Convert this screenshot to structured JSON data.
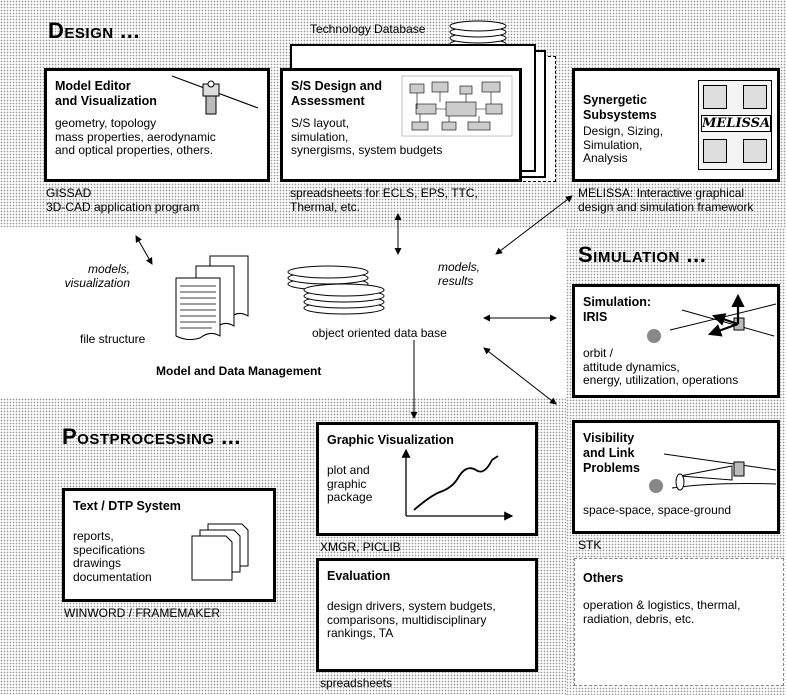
{
  "sections": {
    "design": "Design ...",
    "simulation": "Simulation ...",
    "postprocessing": "Postprocessing ..."
  },
  "technology_database": "Technology Database",
  "model_editor": {
    "title_line1": "Model Editor",
    "title_line2": "and Visualization",
    "body": [
      "geometry, topology",
      "mass properties, aerodynamic",
      "and optical properties, others."
    ],
    "caption_line1": "GISSAD",
    "caption_line2": "3D-CAD application program"
  },
  "ss_design": {
    "title_line1": "S/S Design and",
    "title_line2": "Assessment",
    "body": [
      "S/S layout,",
      "simulation,",
      "synergisms, system budgets"
    ],
    "caption_line1": "spreadsheets for ECLS, EPS, TTC,",
    "caption_line2": "Thermal, etc."
  },
  "synergetic": {
    "title_line1": "Synergetic",
    "title_line2": "Subsystems",
    "body": [
      "Design, Sizing,",
      "Simulation,",
      "Analysis"
    ],
    "logo_text": "MELISSA",
    "caption_line1": "MELISSA: Interactive graphical",
    "caption_line2": "design and simulation framework"
  },
  "data_management": {
    "models_visualization_line1": "models,",
    "models_visualization_line2": "visualization",
    "models_results_line1": "models,",
    "models_results_line2": "results",
    "file_structure": "file structure",
    "object_db": "object oriented data base",
    "title": "Model and Data Management"
  },
  "simulation_box": {
    "title_line1": "Simulation:",
    "title_line2": "IRIS",
    "body": [
      "orbit /",
      "attitude dynamics,",
      "energy, utilization, operations"
    ]
  },
  "visibility_box": {
    "title_line1": "Visibility",
    "title_line2": "and Link",
    "title_line3": "Problems",
    "body": "space-space, space-ground",
    "caption": "STK"
  },
  "others": {
    "title": "Others",
    "body": [
      "operation & logistics, thermal,",
      "radiation, debris, etc."
    ]
  },
  "graphic_box": {
    "title": "Graphic Visualization",
    "body": [
      "plot and",
      "graphic",
      "package"
    ],
    "caption": "XMGR, PICLIB"
  },
  "evaluation_box": {
    "title": "Evaluation",
    "body": [
      "design drivers, system budgets,",
      "comparisons, multidisciplinary",
      "rankings, TA"
    ],
    "caption": "spreadsheets"
  },
  "text_dtp_box": {
    "title": "Text / DTP System",
    "body": [
      "reports,",
      "specifications",
      "drawings",
      "documentation"
    ],
    "caption": "WINWORD / FRAMEMAKER"
  }
}
